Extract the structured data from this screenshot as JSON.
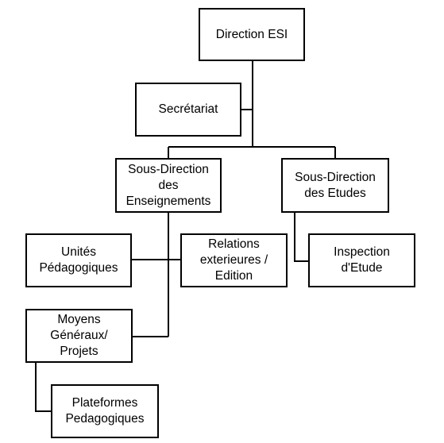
{
  "diagram": {
    "type": "org-chart",
    "nodes": {
      "direction": "Direction ESI",
      "secretariat": "Secrétariat",
      "sd_enseignements": "Sous-Direction\ndes\nEnseignements",
      "sd_etudes": "Sous-Direction\ndes Etudes",
      "unites": "Unités\nPédagogiques",
      "relations": "Relations\nexterieures /\nEdition",
      "inspection": "Inspection\nd'Etude",
      "moyens": "Moyens\nGénéraux/\nProjets",
      "plateformes": "Plateformes\nPedagogiques"
    },
    "edges": [
      [
        "direction",
        "secretariat"
      ],
      [
        "direction",
        "sd_enseignements"
      ],
      [
        "direction",
        "sd_etudes"
      ],
      [
        "sd_enseignements",
        "unites"
      ],
      [
        "sd_enseignements",
        "relations"
      ],
      [
        "sd_enseignements",
        "moyens"
      ],
      [
        "sd_etudes",
        "inspection"
      ],
      [
        "moyens",
        "plateformes"
      ]
    ]
  }
}
